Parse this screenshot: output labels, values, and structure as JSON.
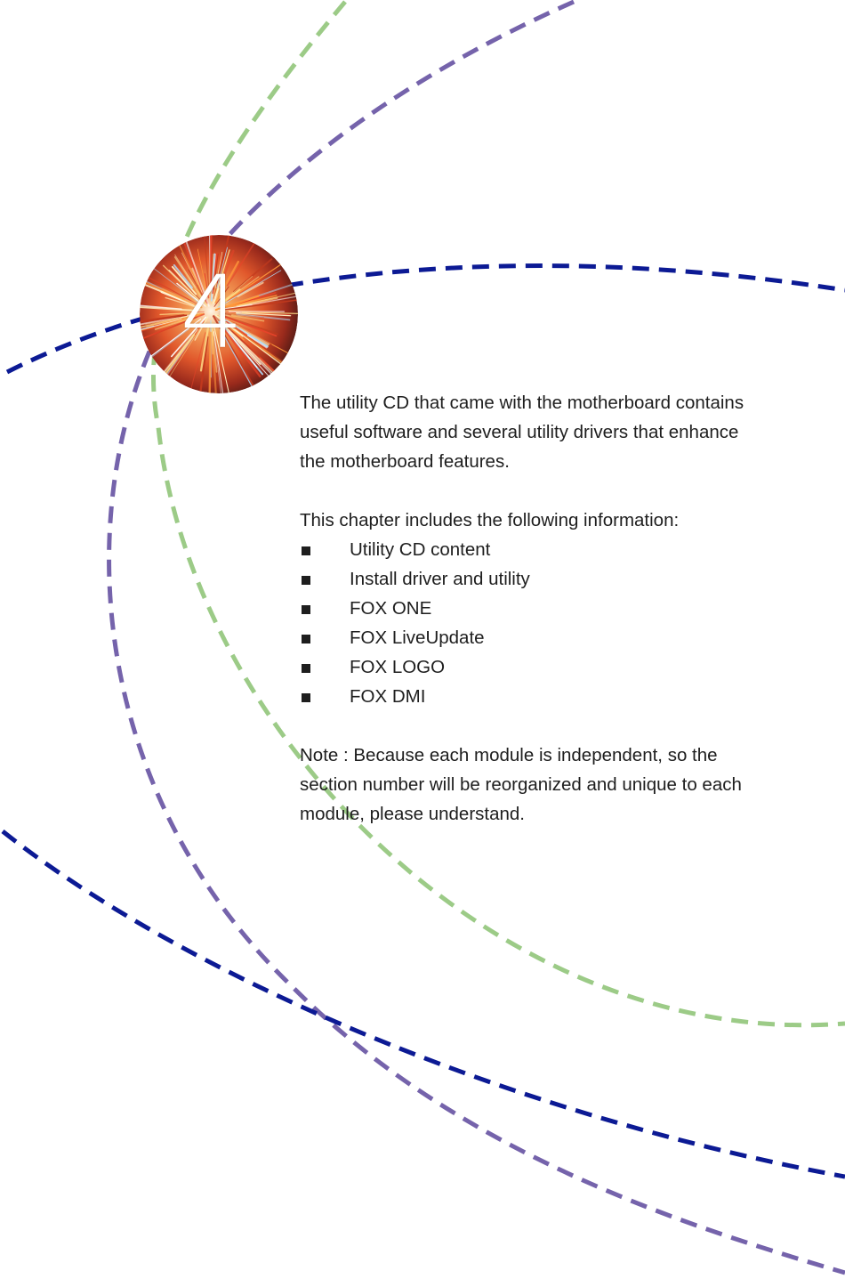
{
  "chapter": {
    "number": "4"
  },
  "intro": [
    "The utility CD that came with the motherboard contains",
    "useful software and several utility drivers that enhance",
    "the motherboard features."
  ],
  "list_heading": "This chapter includes the following information:",
  "topics": [
    "Utility CD content",
    "Install driver and utility",
    "FOX ONE",
    "FOX LiveUpdate",
    "FOX LOGO",
    "FOX DMI"
  ],
  "note": [
    "Note : Because each module is independent, so the",
    "section number will be reorganized and unique to each",
    "module, please understand."
  ],
  "colors": {
    "arc_green": "#9ccb87",
    "arc_purple": "#7563ab",
    "arc_navy": "#0c1a94",
    "text": "#1e1e1e"
  }
}
